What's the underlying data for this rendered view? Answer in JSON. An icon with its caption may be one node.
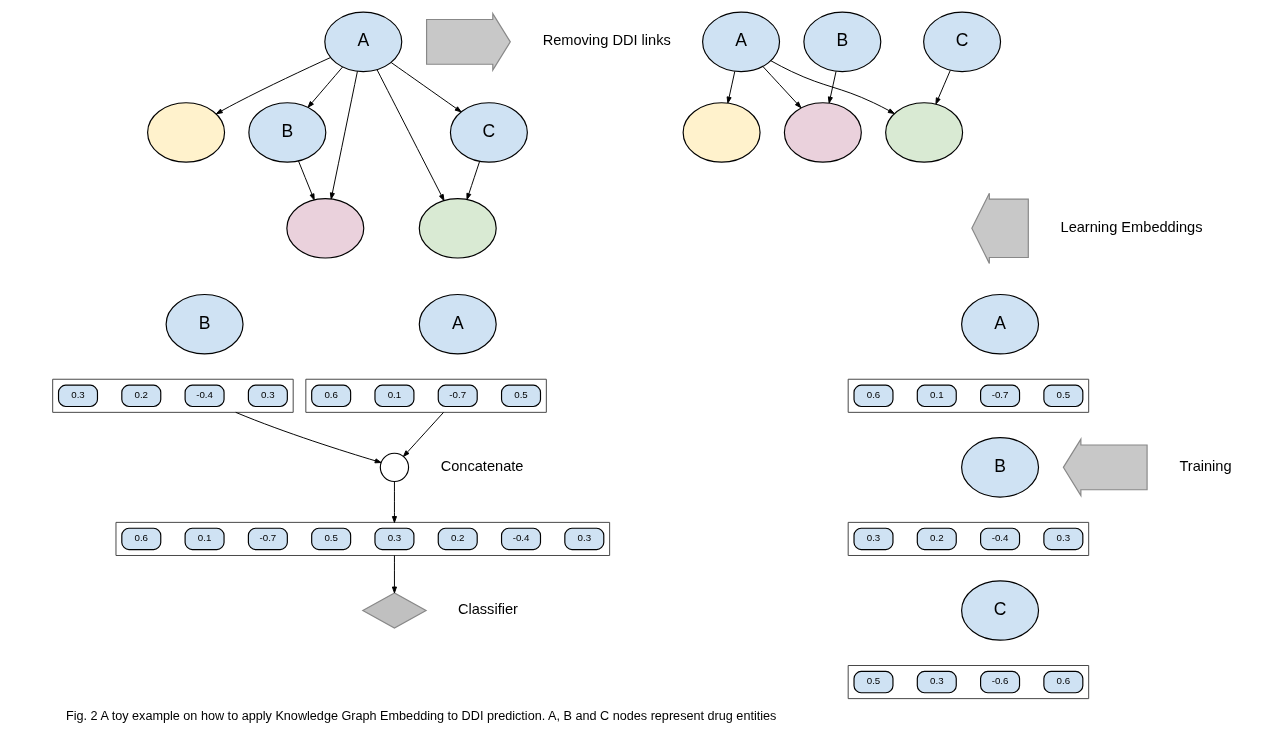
{
  "diagram": {
    "caption": "Fig. 2 A toy example on how to apply Knowledge Graph Embedding to DDI prediction. A, B and C nodes represent drug entities",
    "nodes": [
      {
        "text": [
          "A"
        ]
      },
      {
        "text": [],
        "shape": "circle"
      },
      {
        "text": [
          "B"
        ]
      },
      {
        "text": [],
        "shape": "circle"
      },
      {
        "text": [],
        "shape": "circle"
      },
      {
        "text": [
          "C"
        ]
      },
      {
        "text": [],
        "shape": "arrow",
        "beside": [
          "Removing DDI links"
        ]
      },
      {
        "text": [
          "A"
        ]
      },
      {
        "text": [],
        "shape": "circle"
      },
      {
        "text": [
          "B"
        ]
      },
      {
        "text": [],
        "shape": "circle"
      },
      {
        "text": [],
        "shape": "circle"
      },
      {
        "text": [
          "C"
        ]
      },
      {
        "text": [],
        "shape": "arrow",
        "beside": [
          "Learning Embeddings"
        ]
      },
      {
        "text": [
          "A"
        ]
      },
      {
        "text": [],
        "shape": "box"
      },
      {
        "text": [
          "0.6"
        ],
        "in": 15
      },
      {
        "text": [
          "0.1"
        ],
        "in": 15
      },
      {
        "text": [
          "-0.7"
        ],
        "in": 15
      },
      {
        "text": [
          "0.5"
        ],
        "in": 15
      },
      {
        "text": [
          "B"
        ]
      },
      {
        "text": [],
        "shape": "box"
      },
      {
        "text": [
          "0.3"
        ],
        "in": 21
      },
      {
        "text": [
          "0.2"
        ],
        "in": 21
      },
      {
        "text": [
          "-0.4"
        ],
        "in": 21
      },
      {
        "text": [
          "0.3"
        ],
        "in": 21
      },
      {
        "text": [],
        "shape": "circle",
        "beside": [
          "Concatenate"
        ]
      },
      {
        "text": [],
        "shape": "box"
      },
      {
        "text": [
          "0.6"
        ],
        "in": 27
      },
      {
        "text": [
          "0.1"
        ],
        "in": 27
      },
      {
        "text": [
          "-0.7"
        ],
        "in": 27
      },
      {
        "text": [
          "0.5"
        ],
        "in": 27
      },
      {
        "text": [
          "0.3"
        ],
        "in": 27
      },
      {
        "text": [
          "0.2"
        ],
        "in": 27
      },
      {
        "text": [
          "-0.4"
        ],
        "in": 27
      },
      {
        "text": [
          "0.3"
        ],
        "in": 27
      },
      {
        "text": [],
        "shape": "diamond",
        "beside": [
          "Classifier"
        ]
      },
      {
        "text": [],
        "shape": "arrow",
        "beside": [
          "Training"
        ]
      },
      {
        "text": [
          "A"
        ]
      },
      {
        "text": [],
        "shape": "box"
      },
      {
        "text": [
          "0.6"
        ],
        "in": 39
      },
      {
        "text": [
          "0.1"
        ],
        "in": 39
      },
      {
        "text": [
          "-0.7"
        ],
        "in": 39
      },
      {
        "text": [
          "0.5"
        ],
        "in": 39
      },
      {
        "text": [
          "B"
        ]
      },
      {
        "text": [],
        "shape": "box"
      },
      {
        "text": [
          "0.3"
        ],
        "in": 45
      },
      {
        "text": [
          "0.2"
        ],
        "in": 45
      },
      {
        "text": [
          "-0.4"
        ],
        "in": 45
      },
      {
        "text": [
          "0.3"
        ],
        "in": 45
      },
      {
        "text": [
          "C"
        ]
      },
      {
        "text": [],
        "shape": "box"
      },
      {
        "text": [
          "0.5"
        ],
        "in": 51
      },
      {
        "text": [
          "0.3"
        ],
        "in": 51
      },
      {
        "text": [
          "-0.6"
        ],
        "in": 51
      },
      {
        "text": [
          "0.6"
        ],
        "in": 51
      }
    ],
    "edges": [
      {
        "from": 0,
        "to": 1,
        "arrow": "to"
      },
      {
        "from": 0,
        "to": 2,
        "arrow": "to"
      },
      {
        "from": 0,
        "to": 3,
        "arrow": "to"
      },
      {
        "from": 0,
        "to": 4,
        "arrow": "to"
      },
      {
        "from": 0,
        "to": 5,
        "arrow": "to"
      },
      {
        "from": 2,
        "to": 3,
        "arrow": "to"
      },
      {
        "from": 5,
        "to": 4,
        "arrow": "to"
      },
      {
        "from": 7,
        "to": 8,
        "arrow": "to"
      },
      {
        "from": 7,
        "to": 10,
        "arrow": "to"
      },
      {
        "from": 7,
        "to": 11,
        "arrow": "to"
      },
      {
        "from": 9,
        "to": 10,
        "arrow": "to"
      },
      {
        "from": 12,
        "to": 11,
        "arrow": "to"
      },
      {
        "from": 15,
        "to": 26,
        "arrow": "to"
      },
      {
        "from": 21,
        "to": 26,
        "arrow": "to"
      },
      {
        "from": 26,
        "to": 27,
        "arrow": "to"
      },
      {
        "from": 27,
        "to": 36,
        "arrow": "to"
      }
    ]
  }
}
